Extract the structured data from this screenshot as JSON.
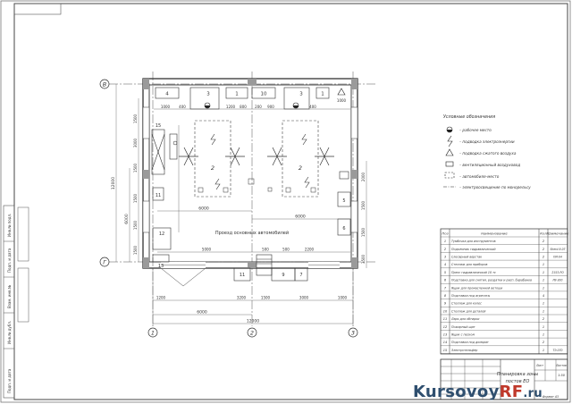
{
  "drawing": {
    "title": "Планировка зоны",
    "title_line2": "постов ЕО",
    "axes": {
      "rows": [
        "В",
        "Г"
      ],
      "cols": [
        "1",
        "2",
        "3"
      ]
    },
    "dims": {
      "overall": "12000",
      "col_span": "6000",
      "vertical_total": "12000",
      "vertical_part": "6000",
      "v_segments": [
        "1500",
        "3000",
        "1500",
        "1500",
        "1500",
        "1500"
      ],
      "top_row": [
        "1000",
        "400",
        "1200",
        "800",
        "200",
        "900",
        "400",
        "1000"
      ],
      "inner_width1": "6000",
      "inner_width2": "6000",
      "bay_a": "1500",
      "bay_b": "1500",
      "mid": [
        "5000",
        "500",
        "500",
        "2200"
      ],
      "bottom": [
        "1200",
        "6000",
        "3200",
        "1500",
        "3000",
        "1000"
      ],
      "right_side": [
        "2000",
        "1500",
        "1500",
        "3500"
      ]
    },
    "equipment_numbers": {
      "top": [
        "4",
        "3",
        "1",
        "10",
        "3",
        "1"
      ],
      "left": [
        "15",
        "11",
        "12",
        "13"
      ],
      "right": [
        "5",
        "6"
      ],
      "bottom": [
        "11",
        "9",
        "7"
      ],
      "posts": [
        "2",
        "2"
      ]
    },
    "zone_label": "Проезд основных автомобилей"
  },
  "legend": {
    "title": "Условные обозначения",
    "items": [
      "– рабочее место",
      "– подводка электроэнергии",
      "– подводка сжатого воздуха",
      "– вентиляционный воздуховод",
      "– автомобиле-место",
      "– электроосвещение по монорельсу"
    ]
  },
  "spec": {
    "headers": [
      "Поз",
      "Наименование",
      "Кол",
      "Примечание"
    ],
    "rows": [
      [
        "1",
        "Тумбочка для инструментов",
        "2",
        ""
      ],
      [
        "2",
        "Подъемник гидравлический",
        "2",
        "Sherd 8-07"
      ],
      [
        "3",
        "Слесарный верстак",
        "2",
        "ПИ-04"
      ],
      [
        "4",
        "Стеллаж для приборов",
        "1",
        ""
      ],
      [
        "5",
        "Пресс гидравлический 10 тс",
        "1",
        "2153-РО"
      ],
      [
        "6",
        "Подставка для снятия, раздатки и расп. барабанов",
        "1",
        "РВ-300"
      ],
      [
        "7",
        "Ящик для промасленной ветоши",
        "1",
        ""
      ],
      [
        "8",
        "Подставка под агрегаты",
        "4",
        ""
      ],
      [
        "9",
        "Стеллаж для колес",
        "1",
        ""
      ],
      [
        "10",
        "Стеллаж для деталей",
        "1",
        ""
      ],
      [
        "11",
        "Ларь для обтирки",
        "2",
        ""
      ],
      [
        "12",
        "Пожарный щит",
        "1",
        ""
      ],
      [
        "13",
        "Ящик с песком",
        "1",
        ""
      ],
      [
        "14",
        "Подставка под домкрат",
        "2",
        ""
      ],
      [
        "15",
        "Электротельфер",
        "1",
        "ТЭ-070"
      ]
    ]
  },
  "stamp": {
    "sheet_label": "Лист",
    "sheets_label": "Листов",
    "scale": "1:50",
    "format": "Формат А3"
  },
  "side_stamp": [
    "Инв.№ подл.",
    "Подп. и дата",
    "Взам. инв.№",
    "Инв.№ дубл.",
    "Подп. и дата"
  ],
  "watermark": {
    "a": "Kursovoy",
    "b": "RF",
    "c": ".ru"
  }
}
